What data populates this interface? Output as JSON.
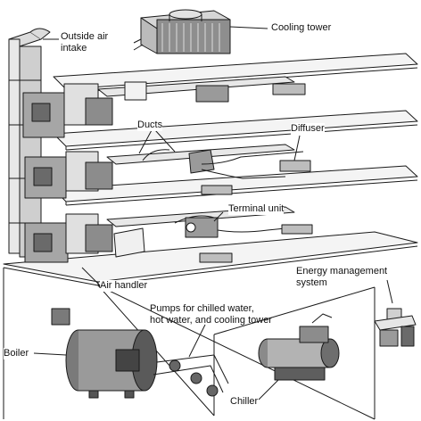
{
  "labels": {
    "cooling_tower": "Cooling tower",
    "outside_air_intake_line1": "Outside air",
    "outside_air_intake_line2": "intake",
    "ducts": "Ducts",
    "diffuser": "Diffuser",
    "terminal_unit": "Terminal unit",
    "air_handler": "Air handler",
    "energy_management_line1": "Energy management",
    "energy_management_line2": "system",
    "pumps_line1": "Pumps for chilled water,",
    "pumps_line2": "hot water, and cooling tower",
    "boiler": "Boiler",
    "chiller": "Chiller"
  },
  "colors": {
    "line": "#1a1a1a",
    "fill_light": "#e6e6e6",
    "fill_mid": "#b5b5b5",
    "fill_dark": "#5a5a5a",
    "background": "#ffffff"
  }
}
